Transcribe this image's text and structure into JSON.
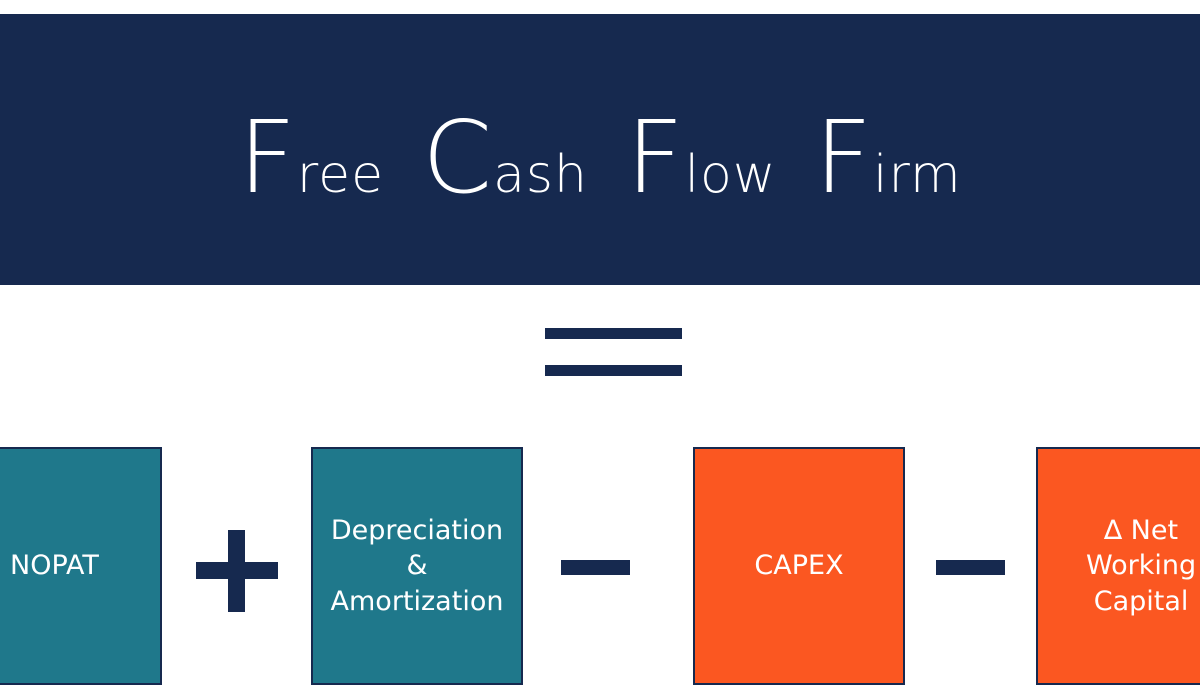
{
  "title": {
    "words": [
      {
        "cap": "F",
        "rest": "ree"
      },
      {
        "cap": "C",
        "rest": "ash"
      },
      {
        "cap": "F",
        "rest": "low"
      },
      {
        "cap": "F",
        "rest": "irm"
      }
    ]
  },
  "formula": {
    "terms": [
      {
        "label": "NOPAT",
        "color": "#1f788b"
      },
      {
        "label": "Depreciation\n&\nAmortization",
        "color": "#1f788b"
      },
      {
        "label": "CAPEX",
        "color": "#fb5721"
      },
      {
        "label": "∆ Net\nWorking\nCapital",
        "color": "#fb5721"
      }
    ],
    "operators": [
      "equals-icon",
      "plus-icon",
      "minus-icon",
      "minus-icon"
    ]
  },
  "colors": {
    "navy": "#16294f",
    "teal": "#1f788b",
    "orange": "#fb5721",
    "background": "#ffffff"
  }
}
